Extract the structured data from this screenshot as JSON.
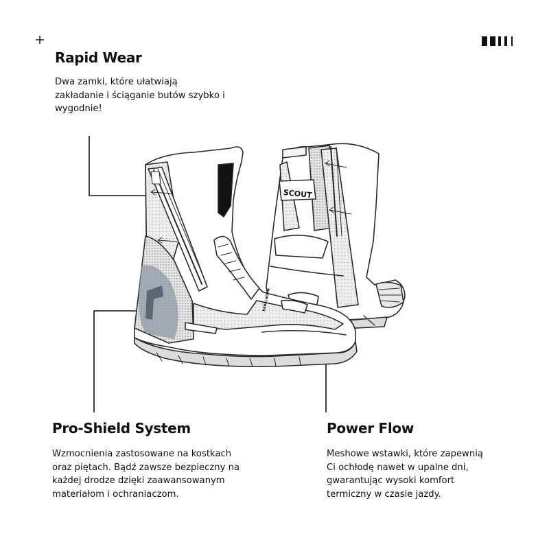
{
  "icons": {
    "corner_mark": "plus-icon",
    "bars_mark": "bars-icon"
  },
  "rapid_wear": {
    "title": "Rapid Wear",
    "lines": [
      "Dwa zamki, które ułatwiają",
      "zakładanie i ściąganie butów szybko i",
      "wygodnie!"
    ]
  },
  "pro_shield": {
    "title": "Pro-Shield System",
    "lines": [
      "Wzmocnienia zastosowane na kostkach",
      "oraz piętach. Bądź zawsze bezpieczny na",
      "każdej drodze dzięki zaawansowanym",
      "materiałom i ochraniaczom."
    ]
  },
  "power_flow": {
    "title": "Power Flow",
    "lines": [
      "Meshowe wstawki, które zapewnią",
      "Ci ochłodę nawet w upalne dni,",
      "gwarantując wysoki komfort",
      "termiczny w czasie jazdy."
    ]
  },
  "illustration": {
    "boot_label": "SCOUT",
    "brand_label": "REBELHORN",
    "colors": {
      "outline": "#2a2a2a",
      "mesh": "#cfcfcf",
      "shield": "#8e98a6"
    }
  }
}
